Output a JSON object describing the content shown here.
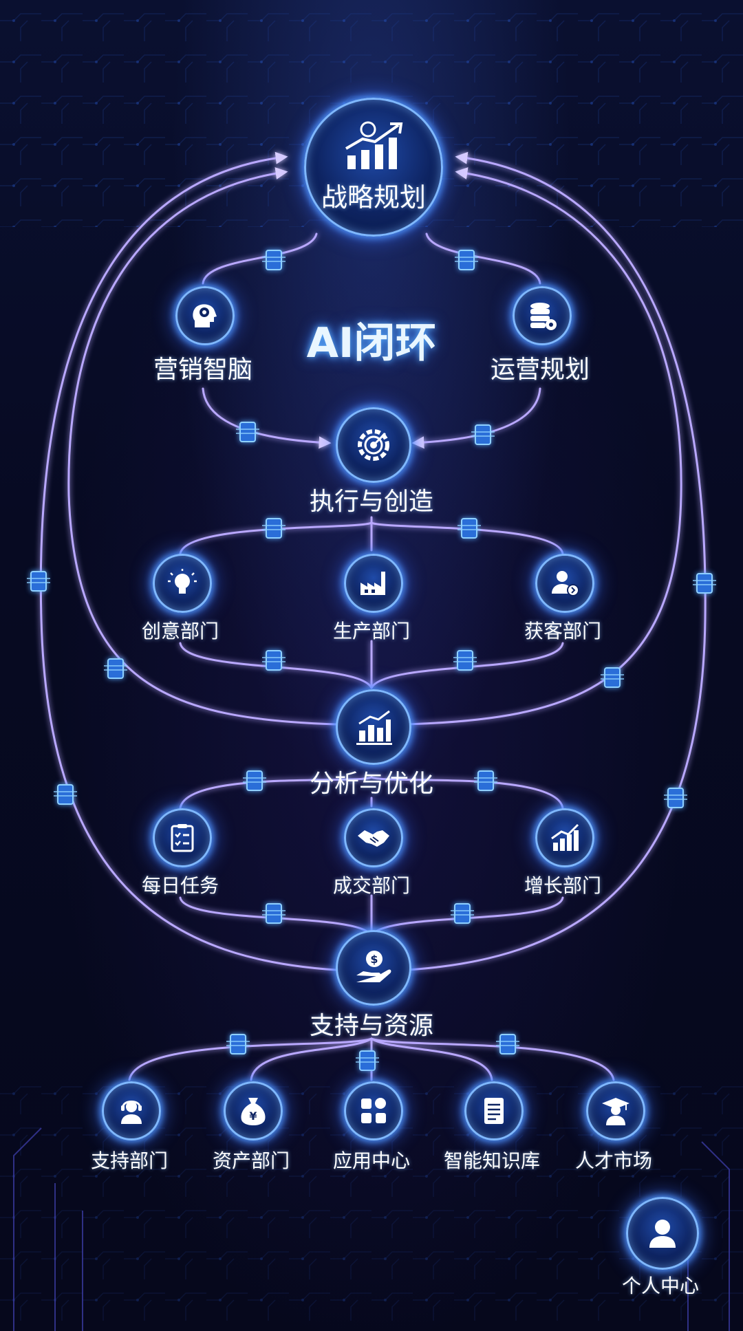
{
  "diagram": {
    "center_title": "AI闭环",
    "top": {
      "label": "战略规划",
      "icon": "growth-chart-icon"
    },
    "level1": [
      {
        "label": "营销智脑",
        "icon": "brain-head-icon"
      },
      {
        "label": "运营规划",
        "icon": "database-gear-icon"
      }
    ],
    "hub_execute": {
      "label": "执行与创造",
      "icon": "gear-target-icon"
    },
    "level2": [
      {
        "label": "创意部门",
        "icon": "lightbulb-icon"
      },
      {
        "label": "生产部门",
        "icon": "factory-icon"
      },
      {
        "label": "获客部门",
        "icon": "user-acquire-icon"
      }
    ],
    "hub_analyze": {
      "label": "分析与优化",
      "icon": "bar-chart-icon"
    },
    "level3": [
      {
        "label": "每日任务",
        "icon": "checklist-icon"
      },
      {
        "label": "成交部门",
        "icon": "handshake-icon"
      },
      {
        "label": "增长部门",
        "icon": "growth-chart-icon"
      }
    ],
    "hub_support": {
      "label": "支持与资源",
      "icon": "money-hand-icon"
    },
    "level4": [
      {
        "label": "支持部门",
        "icon": "headset-icon"
      },
      {
        "label": "资产部门",
        "icon": "money-bag-icon"
      },
      {
        "label": "应用中心",
        "icon": "apps-grid-icon"
      },
      {
        "label": "智能知识库",
        "icon": "document-icon"
      },
      {
        "label": "人才市场",
        "icon": "graduate-icon"
      }
    ],
    "personal": {
      "label": "个人中心",
      "icon": "user-icon"
    }
  },
  "colors": {
    "background": "#070a20",
    "node_border": "#7fb8ff",
    "node_fill": "#0e2462",
    "wire": "#b9a8ff",
    "wire_glow": "#6a4dff",
    "chip": "#2a6ed8",
    "text": "#ffffff"
  }
}
